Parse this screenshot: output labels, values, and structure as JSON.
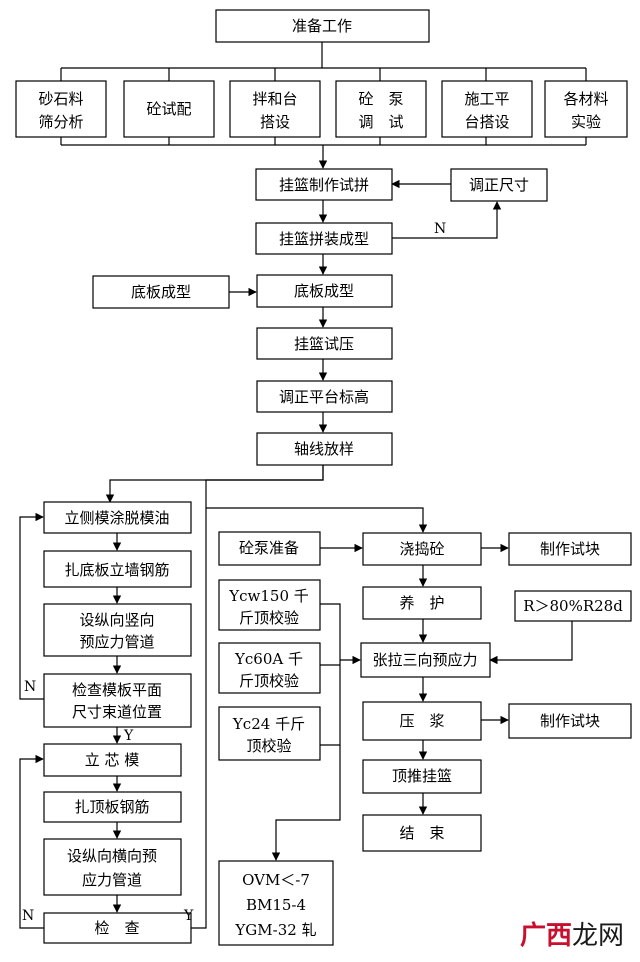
{
  "nodes": {
    "prepare": "准备工作",
    "sand_1": "砂石料",
    "sand_2": "筛分析",
    "mix_ratio": "砼试配",
    "station_1": "拌和台",
    "station_2": "搭设",
    "pump_1": "砼　泵",
    "pump_2": "调　试",
    "platform_1": "施工平",
    "platform_2": "台搭设",
    "material_1": "各材料",
    "material_2": "实验",
    "basket_make": "挂篮制作试拼",
    "adjust_size": "调正尺寸",
    "basket_assemble": "挂篮拼装成型",
    "bottom_left": "底板成型",
    "bottom_main": "底板成型",
    "basket_test": "挂篮试压",
    "adjust_elev": "调正平台标高",
    "axis": "轴线放样",
    "side_form": "立侧模涂脱模油",
    "rebar_bottom": "扎底板立墙钢筋",
    "duct1_1": "设纵向竖向",
    "duct1_2": "预应力管道",
    "check1_1": "检查模板平面",
    "check1_2": "尺寸束道位置",
    "core_form": "立 芯 模",
    "rebar_top": "扎顶板钢筋",
    "duct2_1": "设纵向横向预",
    "duct2_2": "应力管道",
    "check2": "检　查",
    "pump_prep": "砼泵准备",
    "pour": "浇捣砼",
    "specimen1": "制作试块",
    "jack1_1": "Ycw150 千",
    "jack1_2": "斤顶校验",
    "cure": "养　护",
    "strength": "R＞80%R28d",
    "jack2_1": "Yc60A 千",
    "jack2_2": "斤顶校验",
    "tension": "张拉三向预应力",
    "jack3_1": "Yc24 千斤",
    "jack3_2": "顶校验",
    "grout": "压　浆",
    "specimen2": "制作试块",
    "push": "顶推挂篮",
    "end": "结　束",
    "anchor_1": "OVM＜-7",
    "anchor_2": "BM15-4",
    "anchor_3": "YGM-32 轧"
  },
  "labels": {
    "n_adjust": "N",
    "n_check1": "N",
    "y_check1": "Y",
    "n_check2": "N",
    "y_check2": "Y"
  },
  "watermark": {
    "brand": "广西",
    "suffix": "龙网"
  }
}
